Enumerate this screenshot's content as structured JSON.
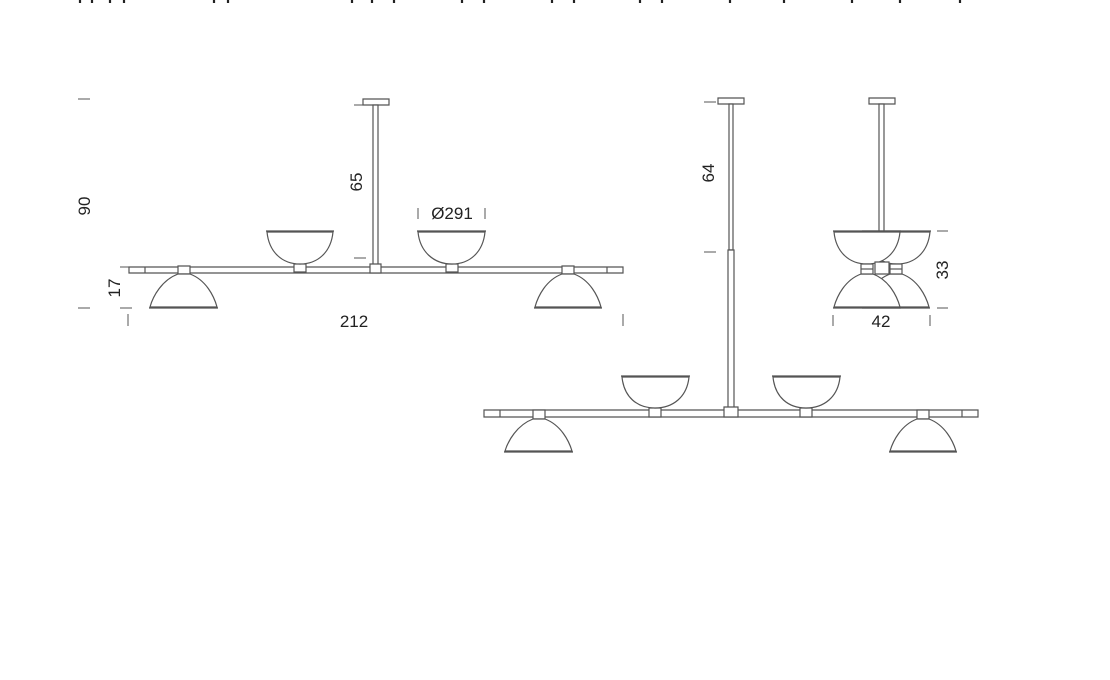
{
  "colors": {
    "line": "#555555",
    "text": "#222222",
    "fill": "#ffffff"
  },
  "dimensions": {
    "front_height": "90",
    "rod_length_front": "65",
    "shade_diameter": "Ø291",
    "shade_height": "17",
    "total_width": "212",
    "rod_length_perspective": "64",
    "side_height": "33",
    "side_width": "42"
  }
}
